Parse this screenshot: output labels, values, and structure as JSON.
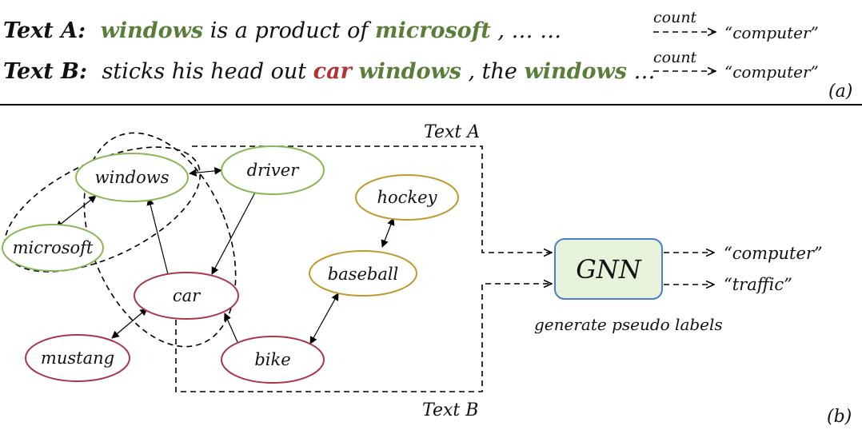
{
  "panel_a": {
    "text_a": {
      "label": "Text A:",
      "w1": "windows",
      "w2": " is a product of ",
      "w3": "microsoft",
      "w4": ", … …",
      "arrow_label": "count",
      "output": "“computer”"
    },
    "text_b": {
      "label": "Text B:",
      "w1": "sticks his head out ",
      "w2": "car",
      "w3": " windows",
      "w4": ", the ",
      "w5": "windows",
      "w6": " …",
      "arrow_label": "count",
      "output": "“computer”"
    },
    "tag": "(a)"
  },
  "panel_b": {
    "text_a_label": "Text A",
    "text_b_label": "Text B",
    "nodes": {
      "windows": "windows",
      "driver": "driver",
      "microsoft": "microsoft",
      "car": "car",
      "mustang": "mustang",
      "bike": "bike",
      "hockey": "hockey",
      "baseball": "baseball"
    },
    "gnn": "GNN",
    "gnn_caption": "generate pseudo labels",
    "output_1": "“computer”",
    "output_2": "“traffic”",
    "tag": "(b)"
  },
  "colors": {
    "green": "#5b7d3a",
    "red": "#b03434",
    "node_green": "#8ab656",
    "node_red": "#a9374a",
    "node_gold": "#bf9a2e",
    "gnn_fill": "#e6f2d9",
    "gnn_stroke": "#4a7fc6"
  }
}
